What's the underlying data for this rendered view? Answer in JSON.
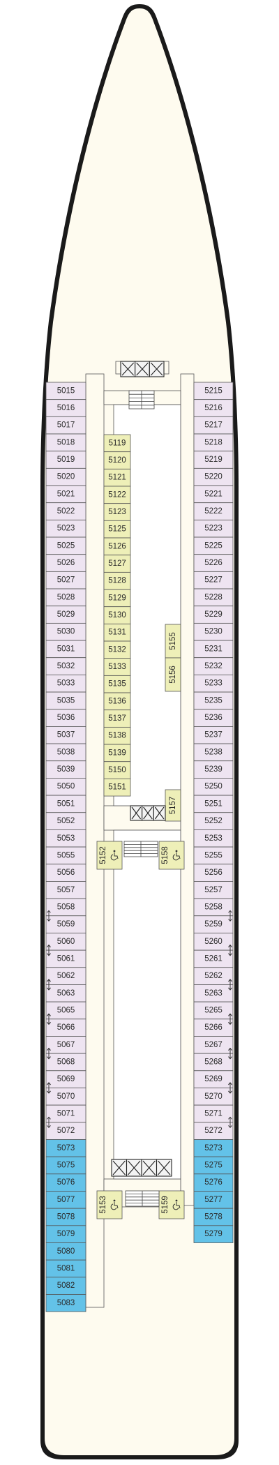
{
  "colors": {
    "hull_fill": "#fefbef",
    "hull_stroke": "#1a1a1a",
    "cabin_lilac": "#eee4f1",
    "cabin_blue": "#63c2e8",
    "cabin_yellow": "#eeefb8",
    "corridor": "#fefbef",
    "core": "#ffffff",
    "line": "#555555"
  },
  "left_outer_lilac": [
    "5015",
    "5016",
    "5017",
    "5018",
    "5019",
    "5020",
    "5021",
    "5022",
    "5023",
    "5025",
    "5026",
    "5027",
    "5028",
    "5029",
    "5030",
    "5031",
    "5032",
    "5033",
    "5035",
    "5036",
    "5037",
    "5038",
    "5039",
    "5050",
    "5051",
    "5052",
    "5053",
    "5055",
    "5056",
    "5057",
    "5058",
    "5059",
    "5060",
    "5061",
    "5062",
    "5063",
    "5065",
    "5066",
    "5067",
    "5068",
    "5069",
    "5070",
    "5071",
    "5072"
  ],
  "left_outer_blue": [
    "5073",
    "5075",
    "5076",
    "5077",
    "5078",
    "5079",
    "5080",
    "5081",
    "5082",
    "5083"
  ],
  "right_outer_lilac": [
    "5215",
    "5216",
    "5217",
    "5218",
    "5219",
    "5220",
    "5221",
    "5222",
    "5223",
    "5225",
    "5226",
    "5227",
    "5228",
    "5229",
    "5230",
    "5231",
    "5232",
    "5233",
    "5235",
    "5236",
    "5237",
    "5238",
    "5239",
    "5250",
    "5251",
    "5252",
    "5253",
    "5255",
    "5256",
    "5257",
    "5258",
    "5259",
    "5260",
    "5261",
    "5262",
    "5263",
    "5265",
    "5266",
    "5267",
    "5268",
    "5269",
    "5270",
    "5271",
    "5272"
  ],
  "right_outer_blue": [
    "5273",
    "5275",
    "5276",
    "5277",
    "5278",
    "5279"
  ],
  "inner_cabins": [
    "5119",
    "5120",
    "5121",
    "5122",
    "5123",
    "5125",
    "5126",
    "5127",
    "5128",
    "5129",
    "5130",
    "5131",
    "5132",
    "5133",
    "5135",
    "5136",
    "5137",
    "5138",
    "5139",
    "5150",
    "5151"
  ],
  "rotated_cabins": {
    "c5155": "5155",
    "c5156": "5156",
    "c5157": "5157",
    "c5152": "5152",
    "c5158": "5158",
    "c5153": "5153",
    "c5159": "5159"
  },
  "connecting_left": [
    "5059",
    "5060",
    "5061",
    "5062",
    "5063",
    "5065",
    "5066",
    "5067",
    "5068",
    "5069",
    "5070",
    "5071"
  ],
  "connecting_right": [
    "5259",
    "5260",
    "5261",
    "5262",
    "5263",
    "5265",
    "5266",
    "5267",
    "5268",
    "5269",
    "5270",
    "5271"
  ],
  "icons": {
    "accessible": "wheelchair-icon",
    "elevator": "elevator-icon",
    "stairs": "stairs-icon",
    "connecting": "connecting-arrows-icon"
  }
}
